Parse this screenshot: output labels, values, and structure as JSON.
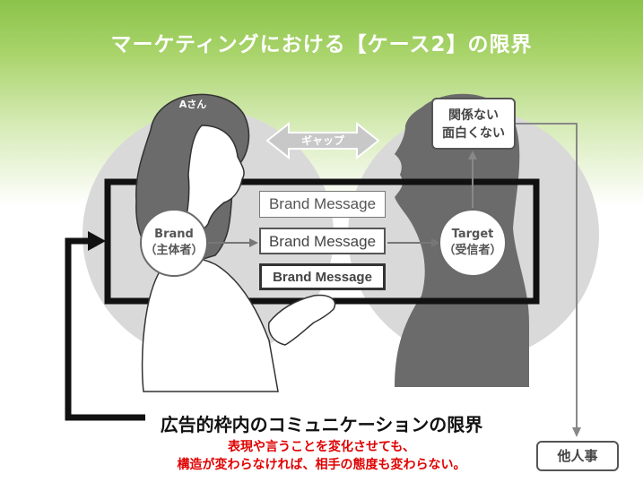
{
  "title": "マーケティングにおける【ケース2】の限界",
  "person_label": "Aさん",
  "gap_label": "ギャップ",
  "brand_node": {
    "line1": "Brand",
    "line2": "（主体者）"
  },
  "target_node": {
    "line1": "Target",
    "line2": "（受信者）"
  },
  "messages": [
    "Brand Message",
    "Brand Message",
    "Brand Message"
  ],
  "reaction_box": {
    "line1": "関係ない",
    "line2": "面白くない"
  },
  "others_box": "他人事",
  "callout": "広告的枠内のコミュニケーションの限界",
  "note": {
    "line1": "表現や言うことを変化させても、",
    "line2": "構造が変わらなければ、相手の態度も変わらない。"
  },
  "colors": {
    "header_green": "#8bc34a",
    "silhouette_gray": "#6b6b6b",
    "circle_gray": "#d9d9d9",
    "note_red": "#e00000"
  }
}
